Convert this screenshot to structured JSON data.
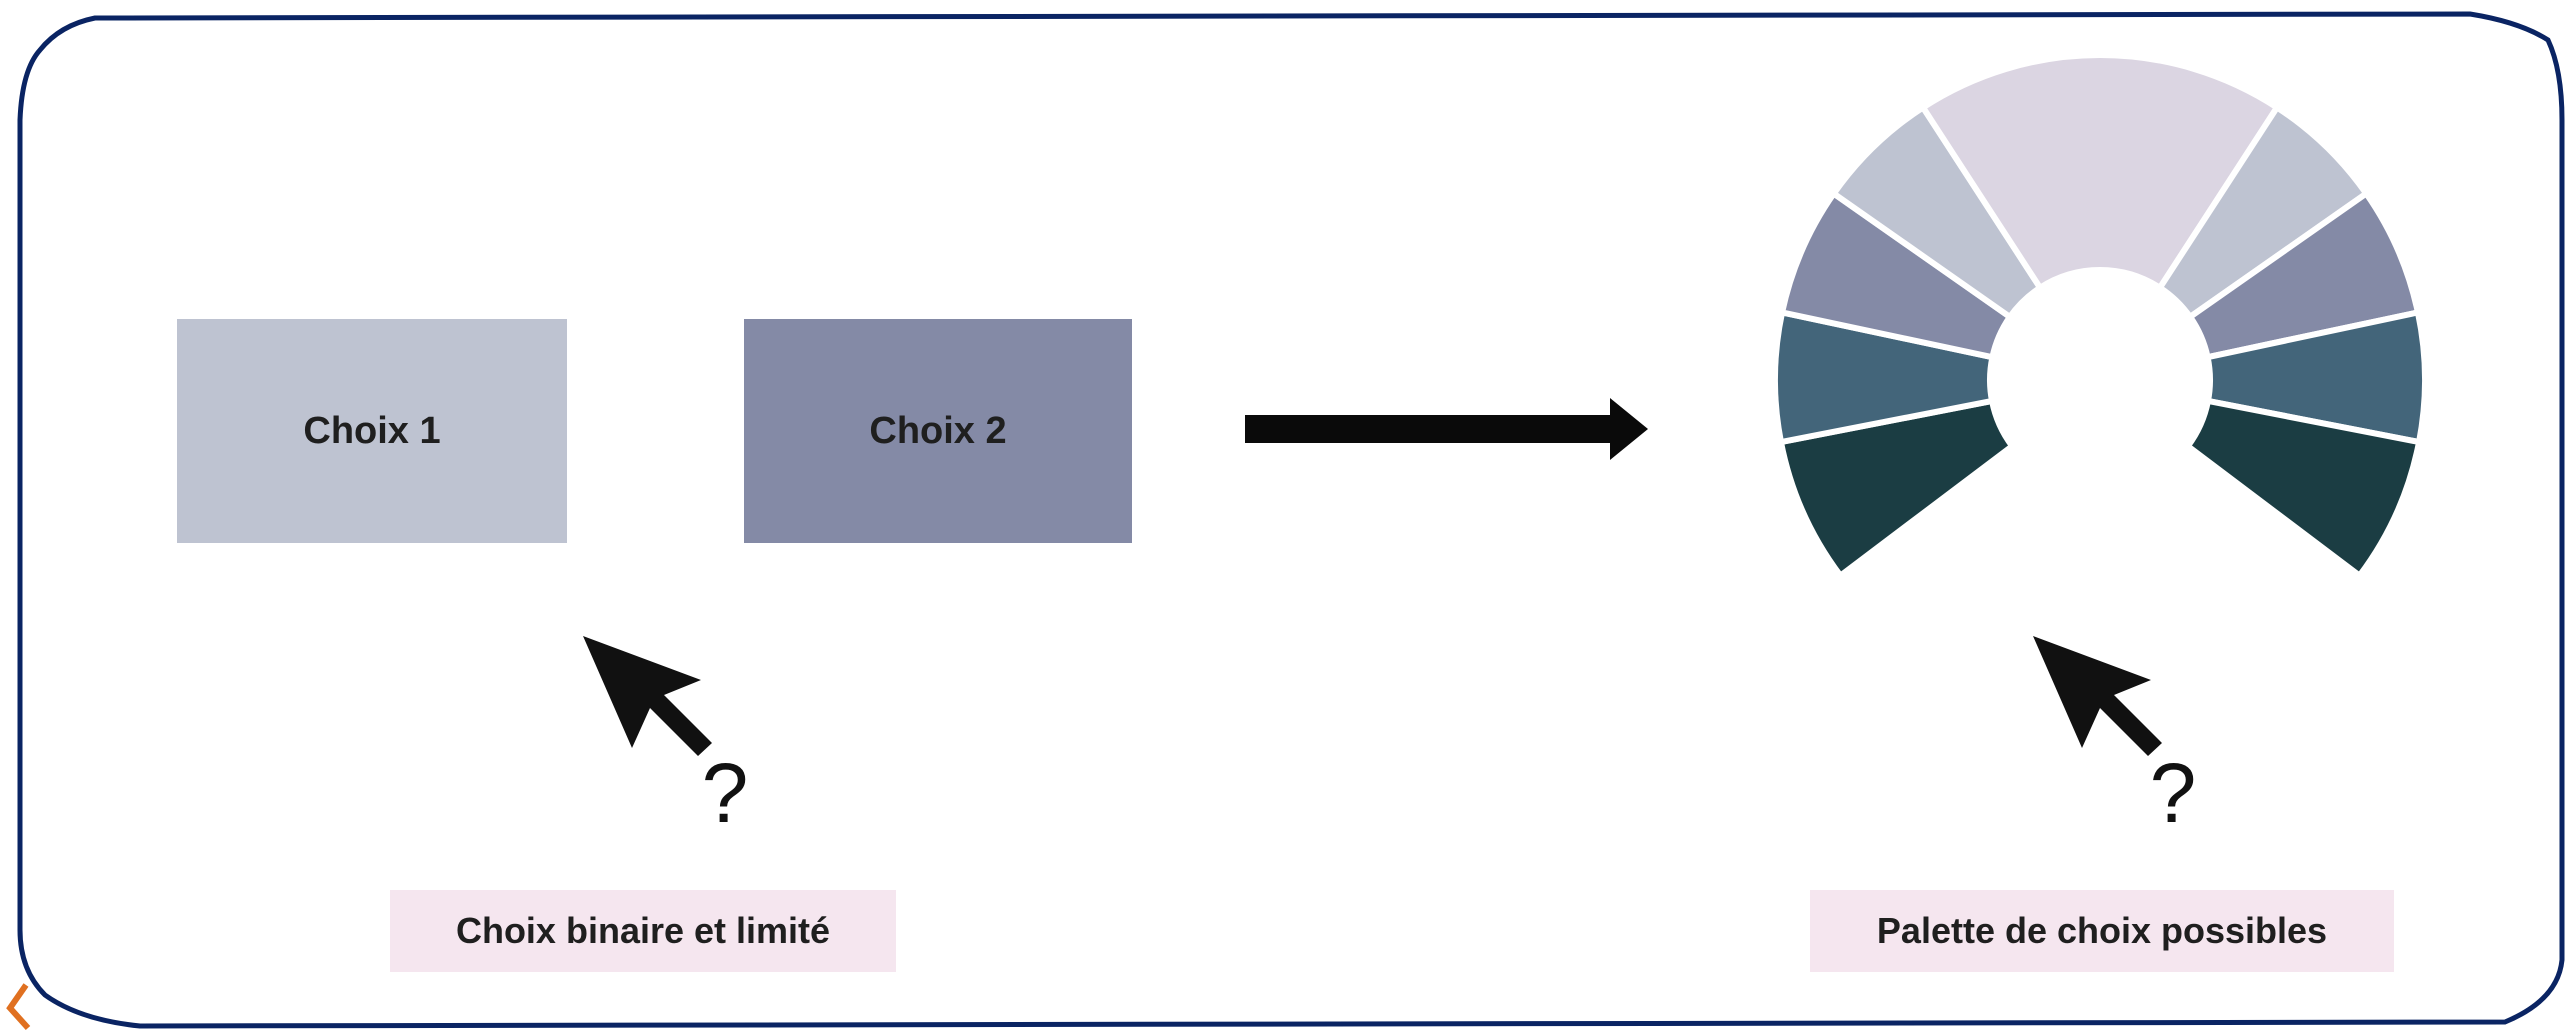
{
  "left": {
    "choice_1": "Choix 1",
    "choice_2": "Choix 2",
    "caption": "Choix binaire et limité",
    "question_mark": "?"
  },
  "right": {
    "caption": "Palette de choix possibles",
    "question_mark": "?",
    "palette_colors": [
      "#1b3d43",
      "#43657a",
      "#848aa6",
      "#bec3d1",
      "#dbd5e2"
    ]
  },
  "colors": {
    "frame": "#0a2463",
    "choice_1_fill": "#bec3d1",
    "choice_2_fill": "#848aa6",
    "arrow": "#0a0a0a",
    "caption_bg": "#f5e6ef"
  }
}
